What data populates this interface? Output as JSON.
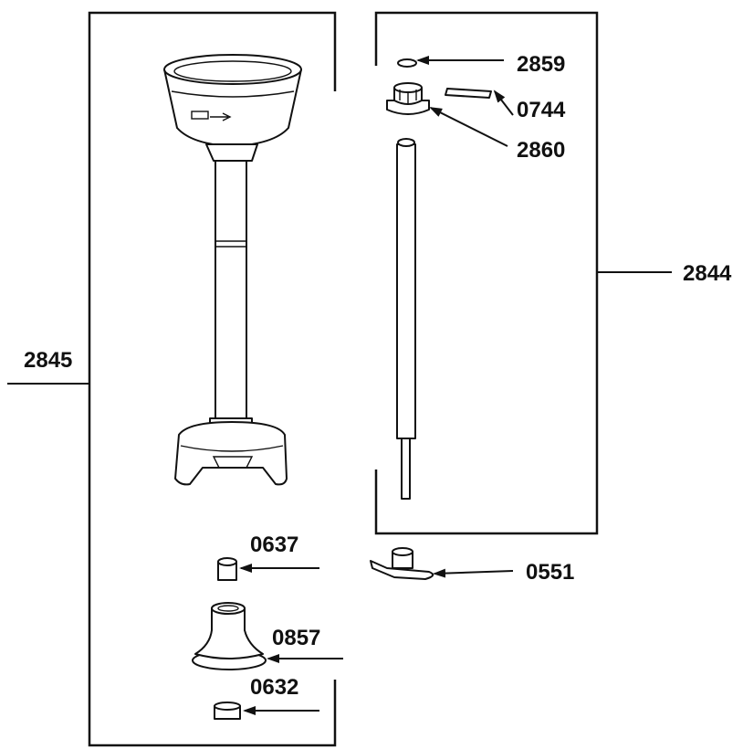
{
  "diagram": {
    "colors": {
      "ink": "#111111",
      "paper": "#ffffff"
    },
    "labels": {
      "p2859": "2859",
      "p0744": "0744",
      "p2860": "2860",
      "p2844": "2844",
      "p2845": "2845",
      "p0637": "0637",
      "p0551": "0551",
      "p0857": "0857",
      "p0632": "0632"
    }
  }
}
